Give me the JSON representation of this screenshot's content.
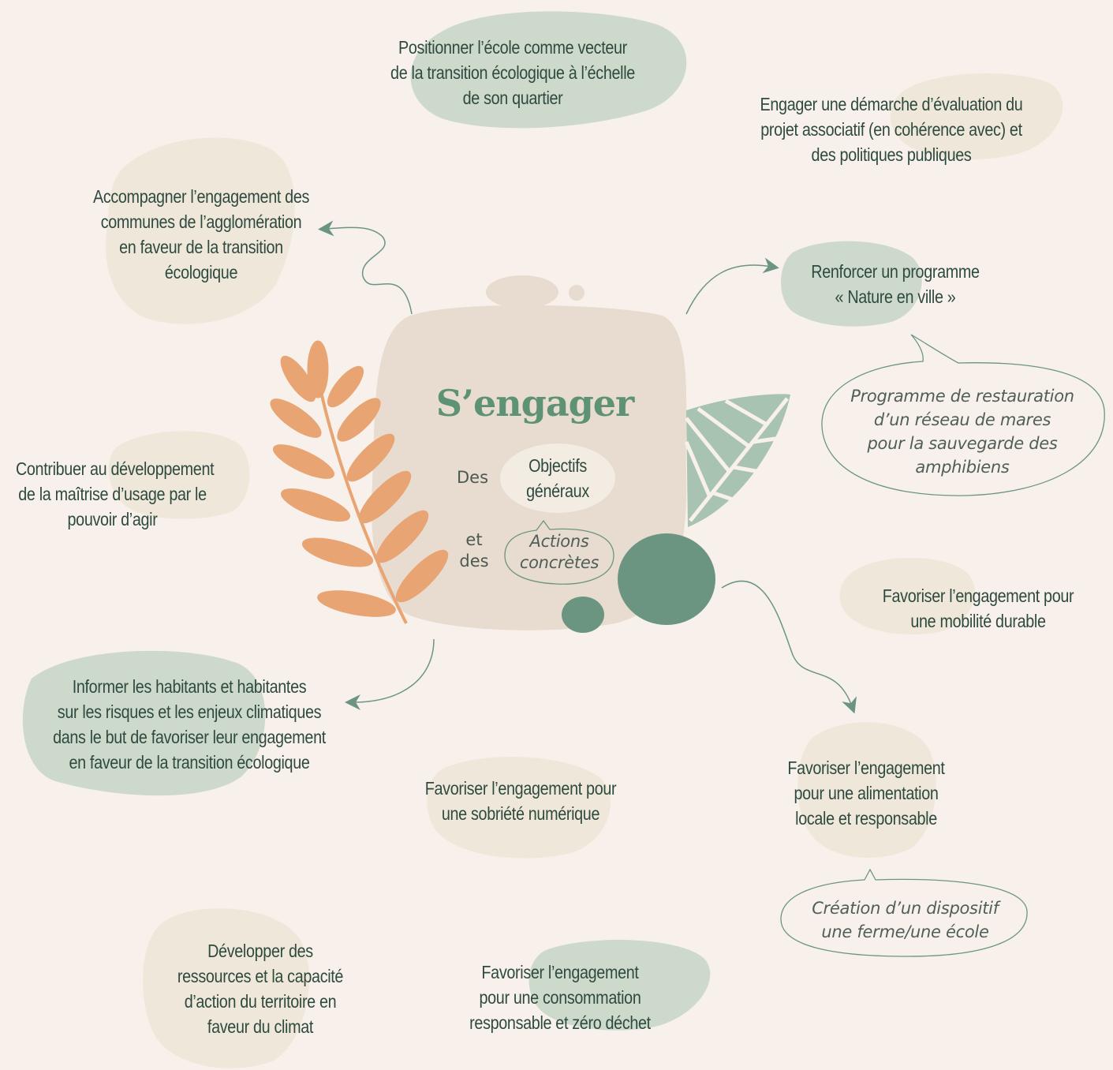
{
  "center": {
    "title": "S’engager",
    "des": "Des",
    "objectifs": [
      "Objectifs",
      "généraux"
    ],
    "et_des": [
      "et",
      "des"
    ],
    "actions": [
      "Actions",
      "concrètes"
    ]
  },
  "objectives": [
    {
      "id": "positionner",
      "lines": [
        "Positionner l’école comme vecteur",
        "de la transition écologique à l’échelle",
        "de son quartier"
      ]
    },
    {
      "id": "evaluation",
      "lines": [
        "Engager une démarche d’évaluation du",
        "projet associatif (en cohérence avec) et",
        "des politiques publiques"
      ]
    },
    {
      "id": "communes",
      "lines": [
        "Accompagner l’engagement des",
        "communes de l’agglomération",
        "en faveur de la transition",
        "écologique"
      ]
    },
    {
      "id": "nature",
      "lines": [
        "Renforcer un programme",
        "« Nature en ville »"
      ]
    },
    {
      "id": "maitrise",
      "lines": [
        "Contribuer au développement",
        "de la maîtrise d’usage par le",
        "pouvoir d’agir"
      ]
    },
    {
      "id": "mobilite",
      "lines": [
        "Favoriser l’engagement pour",
        "une mobilité durable"
      ]
    },
    {
      "id": "informer",
      "lines": [
        "Informer les habitants et habitantes",
        "sur les risques et les enjeux climatiques",
        "dans le but de favoriser leur engagement",
        "en faveur de la transition écologique"
      ]
    },
    {
      "id": "numerique",
      "lines": [
        "Favoriser l’engagement pour",
        "une sobriété numérique"
      ]
    },
    {
      "id": "alimentation",
      "lines": [
        "Favoriser l’engagement",
        "pour une alimentation",
        "locale et responsable"
      ]
    },
    {
      "id": "ressources",
      "lines": [
        "Développer des",
        "ressources et la capacité",
        "d’action du territoire en",
        "faveur du climat"
      ]
    },
    {
      "id": "consommation",
      "lines": [
        "Favoriser l’engagement",
        "pour une consommation",
        "responsable et zéro déchet"
      ]
    }
  ],
  "actions": [
    {
      "id": "mares",
      "lines": [
        "Programme de restauration",
        "d’un réseau de mares",
        "pour la sauvegarde des",
        "amphibiens"
      ]
    },
    {
      "id": "ferme",
      "lines": [
        "Création d’un dispositif",
        "une ferme/une école"
      ]
    }
  ],
  "colors": {
    "background": "#f8f1eb",
    "blob_sand": "#efe8da",
    "blob_sage": "#cddacb",
    "center_blob": "#e8dbcf",
    "dark_green": "#6b9580",
    "leaf_orange": "#e8a472",
    "leaf_green": "#a9c3b2",
    "text": "#2e4a3f",
    "title": "#5e9275"
  }
}
